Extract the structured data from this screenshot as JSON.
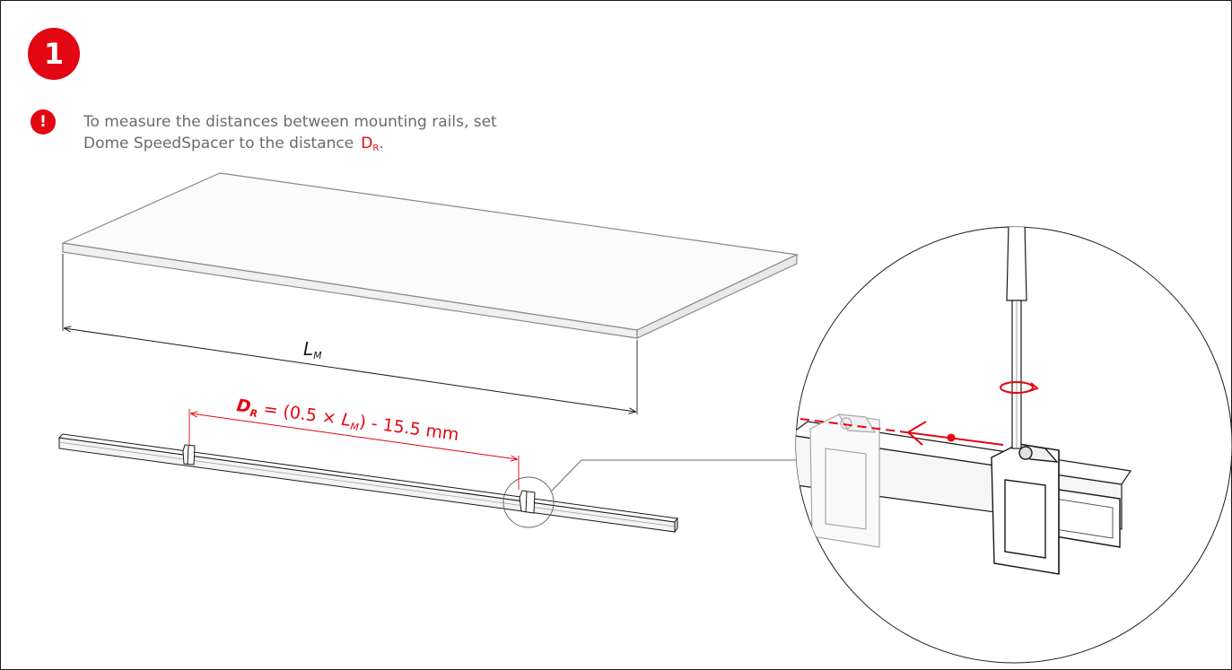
{
  "step": {
    "number": "1"
  },
  "warning": {
    "icon": "exclamation-icon",
    "line1": "To measure the distances between mounting rails, set",
    "line2": "Dome SpeedSpacer to the distance",
    "symbol": "D",
    "symbol_sub": "R",
    "trailing": "."
  },
  "dimension": {
    "panel_length_symbol": "L",
    "panel_length_sub": "M"
  },
  "formula": {
    "lhs": "D",
    "lhs_sub": "R",
    "eq": " = (0.5 × ",
    "l": "L",
    "l_sub": "M",
    "rest": ") - 15.5 mm"
  },
  "colors": {
    "accent": "#e30613",
    "line": "#1a1a1a",
    "muted": "#6b6b6b"
  }
}
